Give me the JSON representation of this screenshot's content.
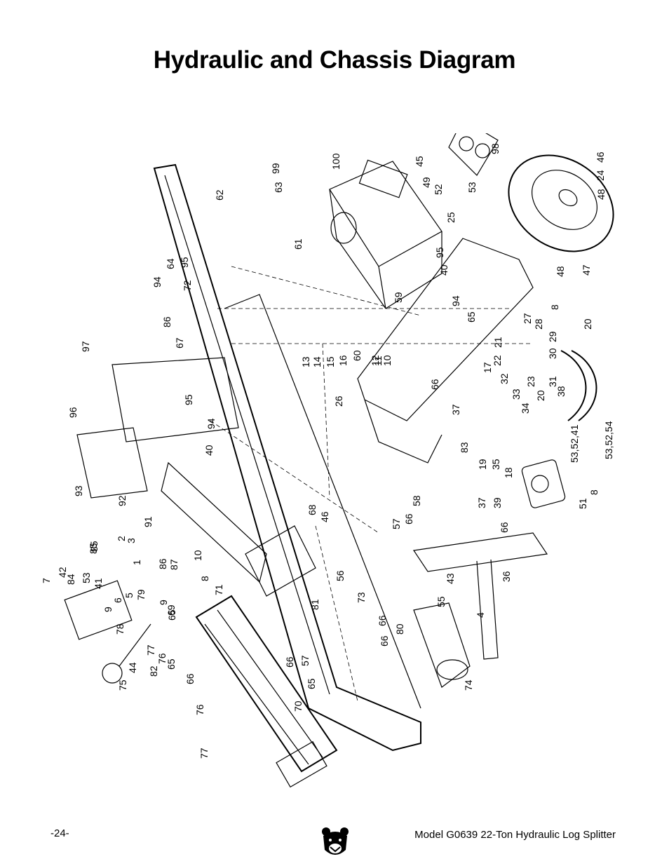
{
  "page": {
    "title": "Hydraulic and Chassis Diagram",
    "page_number": "-24-",
    "model_text": "Model G0639 22-Ton Hydraulic Log Splitter",
    "logo_icon": "bear-head-icon"
  },
  "callouts": [
    "99",
    "100",
    "45",
    "98",
    "62",
    "63",
    "49",
    "52",
    "53",
    "46",
    "24",
    "48",
    "61",
    "25",
    "64",
    "95",
    "94",
    "72",
    "95",
    "40",
    "48",
    "47",
    "86",
    "94",
    "65",
    "8",
    "59",
    "27",
    "28",
    "20",
    "67",
    "21",
    "29",
    "97",
    "13",
    "14",
    "15",
    "16",
    "60",
    "12",
    "11",
    "10",
    "22",
    "30",
    "17",
    "26",
    "32",
    "23",
    "31",
    "66",
    "33",
    "20",
    "38",
    "96",
    "95",
    "37",
    "34",
    "83",
    "53,52,41",
    "53,52,54",
    "94",
    "40",
    "19",
    "35",
    "18",
    "93",
    "92",
    "85",
    "37",
    "39",
    "58",
    "8",
    "51",
    "68",
    "46",
    "91",
    "57",
    "66",
    "3",
    "2",
    "66",
    "1",
    "85",
    "86",
    "87",
    "10",
    "8",
    "36",
    "42",
    "53",
    "41",
    "84",
    "9",
    "71",
    "56",
    "43",
    "7",
    "6",
    "5",
    "79",
    "9",
    "69",
    "73",
    "81",
    "65",
    "66",
    "55",
    "4",
    "78",
    "77",
    "76",
    "65",
    "66",
    "80",
    "44",
    "82",
    "75",
    "66",
    "66",
    "57",
    "65",
    "70",
    "74",
    "76",
    "77"
  ]
}
